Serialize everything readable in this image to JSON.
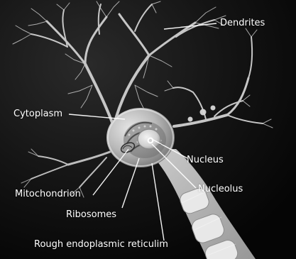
{
  "diagram": {
    "labels": {
      "dendrites": "Dendrites",
      "cytoplasm": "Cytoplasm",
      "nucleus": "Nucleus",
      "nucleolus": "Nucleolus",
      "mitochondrion": "Mitochondrion",
      "ribosomes": "Ribosomes",
      "rough_er": "Rough endoplasmic reticulim"
    },
    "colors": {
      "background": "#111111",
      "cell_body": "#b9b9b9",
      "label_text": "#ffffff",
      "leader_line": "#ffffff"
    }
  }
}
